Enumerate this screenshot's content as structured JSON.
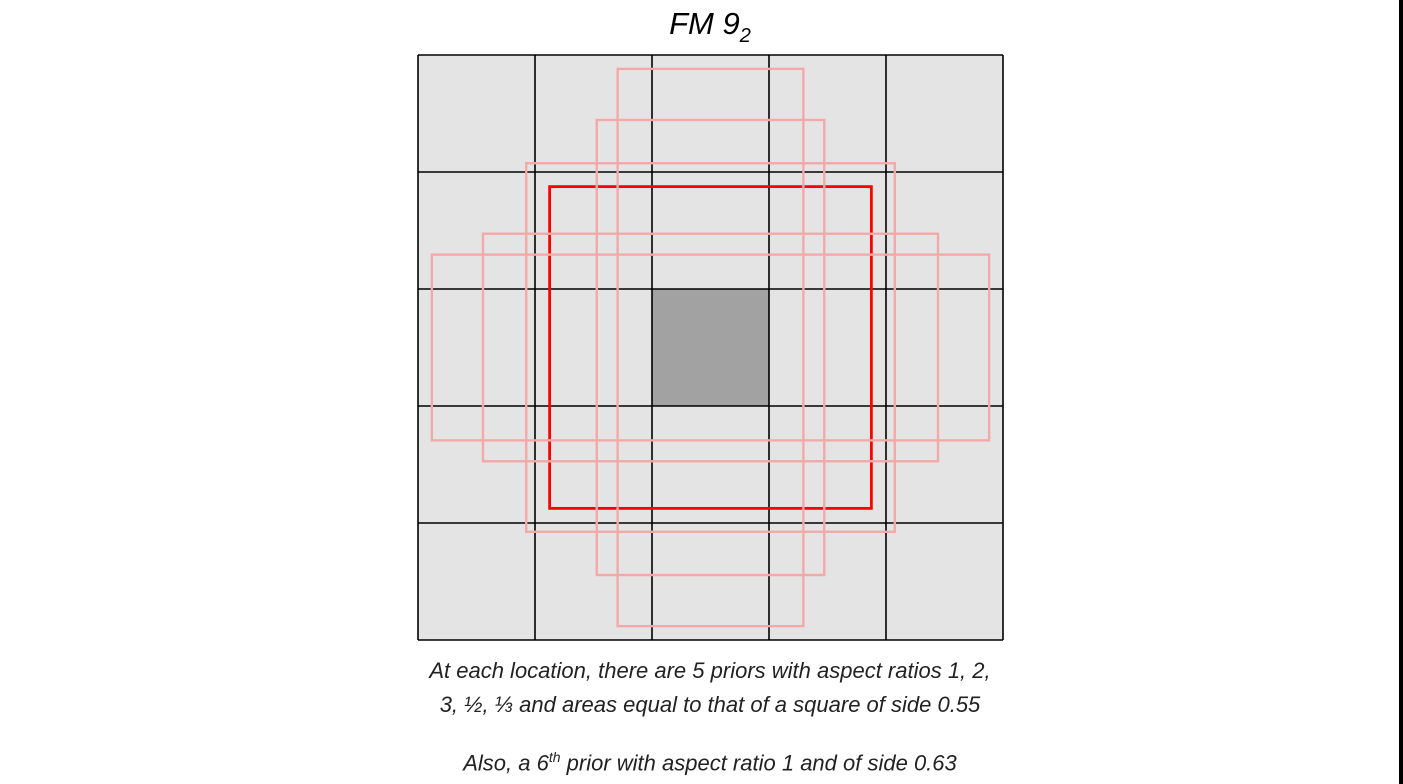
{
  "title": {
    "text": "FM 9",
    "subscript": "2"
  },
  "grid": {
    "rows": 5,
    "cols": 5,
    "highlighted_cell": {
      "row": 2,
      "col": 2
    }
  },
  "colors": {
    "cell": "#e4e4e4",
    "grid_line": "#000000",
    "highlight": "#a2a2a2",
    "prior_faint": "#f4a9a9",
    "prior_main": "#ff0000"
  },
  "priors": [
    {
      "label": "aspect ratio 1",
      "aspect_ratio": "1",
      "side": 0.55
    },
    {
      "label": "aspect ratio 2",
      "aspect_ratio": "2",
      "side": 0.55
    },
    {
      "label": "aspect ratio 3",
      "aspect_ratio": "3",
      "side": 0.55
    },
    {
      "label": "aspect ratio ½",
      "aspect_ratio": "½",
      "side": 0.55
    },
    {
      "label": "aspect ratio ⅓",
      "aspect_ratio": "⅓",
      "side": 0.55
    },
    {
      "label": "extra prior",
      "aspect_ratio": "1",
      "side": 0.63
    }
  ],
  "caption": {
    "line1": "At each location, there are 5 priors with aspect ratios 1, 2,",
    "line2": "3, ½, ⅓ and areas equal to that of a square of side 0.55",
    "line3_before": "Also, a 6",
    "line3_sup": "th",
    "line3_after": " prior with aspect ratio 1 and of side 0.63"
  }
}
